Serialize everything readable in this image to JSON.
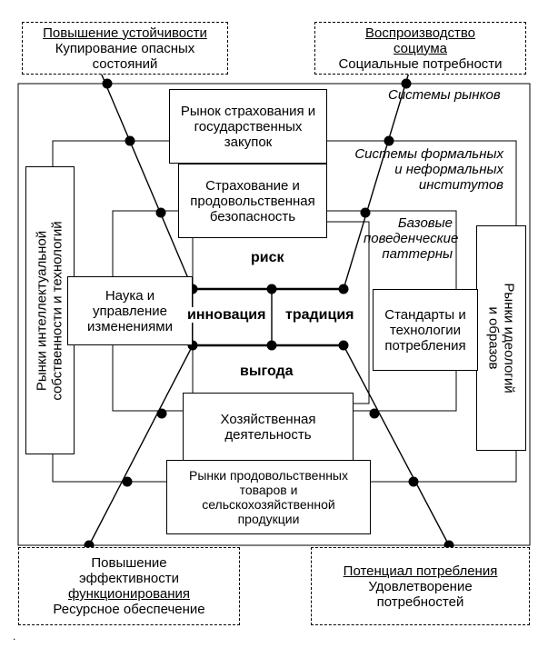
{
  "corners": {
    "top_left": {
      "title": "Повышение устойчивости",
      "line1": "Купирование опасных",
      "line2": "состояний"
    },
    "top_right": {
      "title_line1": "Воспроизводство",
      "title_line2": "социума",
      "line1": "Социальные потребности"
    },
    "bottom_left": {
      "line1": "Повышение",
      "line2": "эффективности",
      "line3": "функционирования",
      "line4": "Ресурсное обеспечение"
    },
    "bottom_right": {
      "title": "Потенциал потребления",
      "line1": "Удовлетворение",
      "line2": "потребностей"
    }
  },
  "layers": {
    "markets": "Системы рынков",
    "institutions_line1": "Системы формальных",
    "institutions_line2": "и неформальных",
    "institutions_line3": "институтов",
    "patterns_line1": "Базовые",
    "patterns_line2": "поведенческие",
    "patterns_line3": "паттерны"
  },
  "boxes": {
    "insurance_market": [
      "Рынок страхования и",
      "государственных",
      "закупок"
    ],
    "insurance_food": [
      "Страхование и",
      "продовольственная",
      "безопасность"
    ],
    "ip_market": [
      "Рынки интеллектуальной",
      "собственности и технологий"
    ],
    "science": [
      "Наука и",
      "управление",
      "изменениями"
    ],
    "ideology_market": [
      "Рынки идеологий",
      "и образов"
    ],
    "standards": [
      "Стандарты и",
      "технологии",
      "потребления"
    ],
    "economic": [
      "Хозяйственная",
      "деятельность"
    ],
    "food_market": [
      "Рынки продовольственных",
      "товаров и",
      "сельскохозяйственной",
      "продукции"
    ]
  },
  "core": {
    "risk": "риск",
    "innovation": "инновация",
    "tradition": "традиция",
    "benefit": "выгода"
  },
  "footnote": "."
}
